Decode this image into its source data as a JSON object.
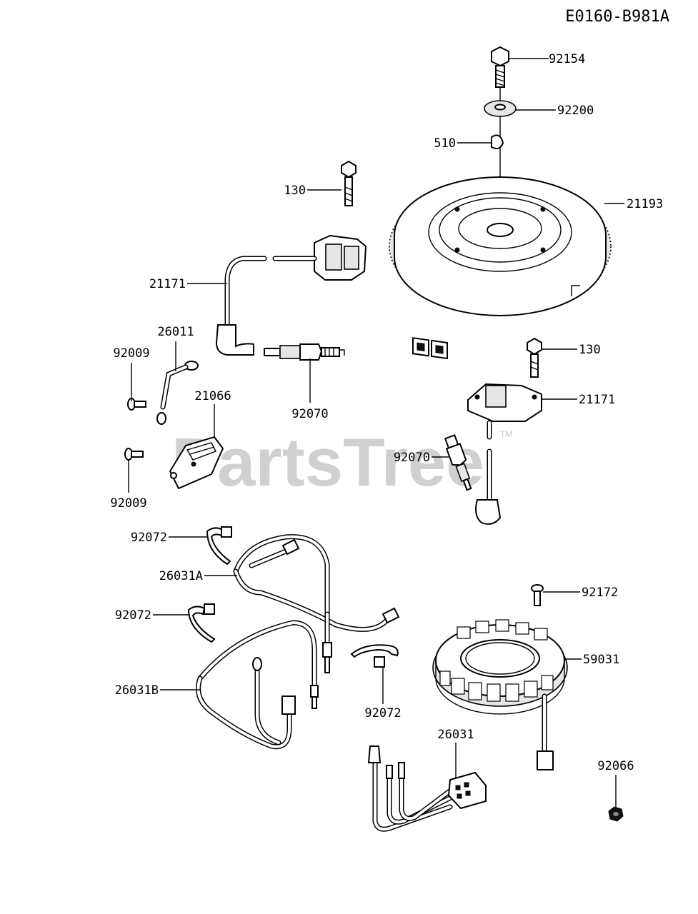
{
  "diagram_code": "E0160-B981A",
  "watermark": {
    "text": "PartsTree",
    "tm": "TM"
  },
  "parts": [
    {
      "number": "92154"
    },
    {
      "number": "92200"
    },
    {
      "number": "510"
    },
    {
      "number": "130"
    },
    {
      "number": "21193"
    },
    {
      "number": "21171"
    },
    {
      "number": "26011"
    },
    {
      "number": "92009"
    },
    {
      "number": "21066"
    },
    {
      "number": "92070"
    },
    {
      "number": "130"
    },
    {
      "number": "21171"
    },
    {
      "number": "92070"
    },
    {
      "number": "92009"
    },
    {
      "number": "92072"
    },
    {
      "number": "26031A"
    },
    {
      "number": "92072"
    },
    {
      "number": "26031B"
    },
    {
      "number": "92072"
    },
    {
      "number": "92172"
    },
    {
      "number": "59031"
    },
    {
      "number": "26031"
    },
    {
      "number": "92066"
    }
  ]
}
